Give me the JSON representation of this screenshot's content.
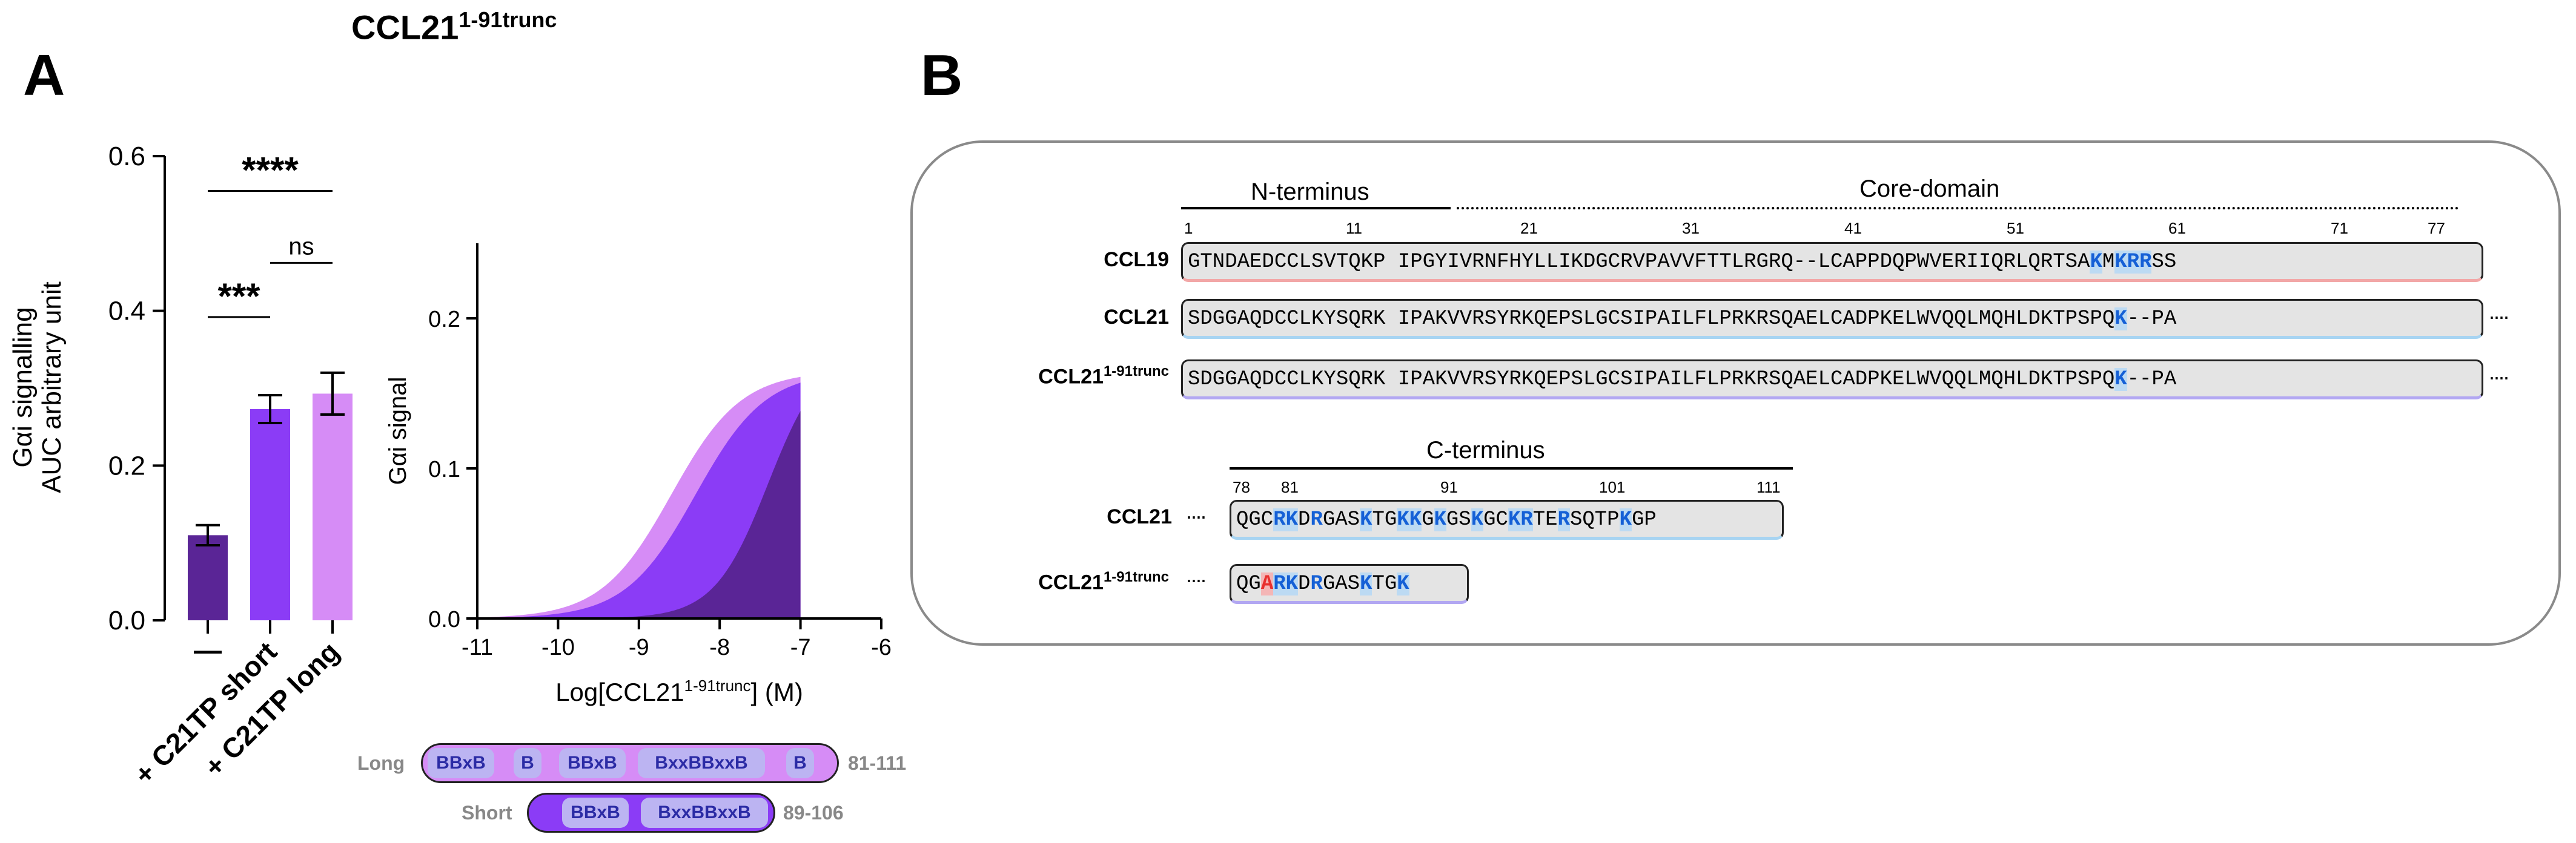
{
  "figure": {
    "title_main": "CCL21",
    "title_sup": "1-91trunc",
    "panel_a": "A",
    "panel_b": "B"
  },
  "chart_data": [
    {
      "type": "bar",
      "categories": [
        "—",
        "+ C21TP short",
        "+ C21TP long"
      ],
      "values": [
        0.11,
        0.273,
        0.293
      ],
      "errors": [
        0.013,
        0.018,
        0.027
      ],
      "ylabel_line1": "Gαi signalling",
      "ylabel_line2": "AUC arbitrary unit",
      "ylim": [
        0,
        0.6
      ],
      "yticks": [
        "0.0",
        "0.2",
        "0.4",
        "0.6"
      ],
      "colors": [
        "#5a2596",
        "#8b3cf6",
        "#d68cf6"
      ],
      "significance": [
        {
          "label": "****",
          "from": 0,
          "to": 2,
          "y": 0.555
        },
        {
          "label": "ns",
          "from": 1,
          "to": 2,
          "y": 0.462
        },
        {
          "label": "***",
          "from": 0,
          "to": 1,
          "y": 0.392
        }
      ]
    },
    {
      "type": "area",
      "xlabel": "Log[CCL21",
      "xlabel_sup": "1-91trunc",
      "xlabel_end": "] (M)",
      "ylabel": "Gαi signal",
      "xlim": [
        -11,
        -6
      ],
      "ylim": [
        0,
        0.25
      ],
      "xticks": [
        "-11",
        "-10",
        "-9",
        "-8",
        "-7",
        "-6"
      ],
      "yticks": [
        "0.0",
        "0.1",
        "0.2"
      ],
      "series": [
        {
          "top": 0.165,
          "logEC50": -8.6,
          "hill": 1.0,
          "color": "#d68cf6"
        },
        {
          "top": 0.165,
          "logEC50": -8.3,
          "hill": 1.0,
          "color": "#8b3cf6"
        },
        {
          "top": 0.18,
          "logEC50": -7.4,
          "hill": 1.3,
          "color": "#5a2596"
        }
      ],
      "x_end": -7
    }
  ],
  "peptides": {
    "long": {
      "label": "Long",
      "range": "81-111",
      "motifs": [
        "BBxB",
        "B",
        "BBxB",
        "BxxBBxxB",
        "B"
      ]
    },
    "short": {
      "label": "Short",
      "range": "89-106",
      "motifs": [
        "BBxB",
        "BxxBBxxB"
      ]
    }
  },
  "alignment": {
    "n_terminus": "N-terminus",
    "core_domain": "Core-domain",
    "c_terminus": "C-terminus",
    "top_numbers": [
      "1",
      "11",
      "21",
      "31",
      "41",
      "51",
      "61",
      "71",
      "77"
    ],
    "bottom_numbers": [
      "78",
      "81",
      "91",
      "101",
      "111"
    ],
    "ellipsis": "····",
    "rows_top": [
      {
        "name": "CCL19",
        "sup": "",
        "seq": "GTNDAEDCCLSVTQKP IPGYIVRNFHYLLIKDGCRVPAVVFTTLRGRQ--LCAPPDQPWVERIIQRLQRTSAKMKRRSS"
      },
      {
        "name": "CCL21",
        "sup": "",
        "seq": "SDGGAQDCCLKYSQRK IPAKVVRSYRKQEPSLGCSIPAILFLPRKRSQAELCADPKELWVQQLMQHLDKTPSPQK--PA"
      },
      {
        "name": "CCL21",
        "sup": "1-91trunc",
        "seq": "SDGGAQDCCLKYSQRK IPAKVVRSYRKQEPSLGCSIPAILFLPRKRSQAELCADPKELWVQQLMQHLDKTPSPQK--PA"
      }
    ],
    "rows_bottom": [
      {
        "name": "CCL21",
        "sup": "",
        "seq": "QGCRKDRGASKTGKKGKGSKGCKRTERSQTPKGP"
      },
      {
        "name": "CCL21",
        "sup": "1-91trunc",
        "seq": "QGARKDRGASKTGK"
      }
    ]
  }
}
